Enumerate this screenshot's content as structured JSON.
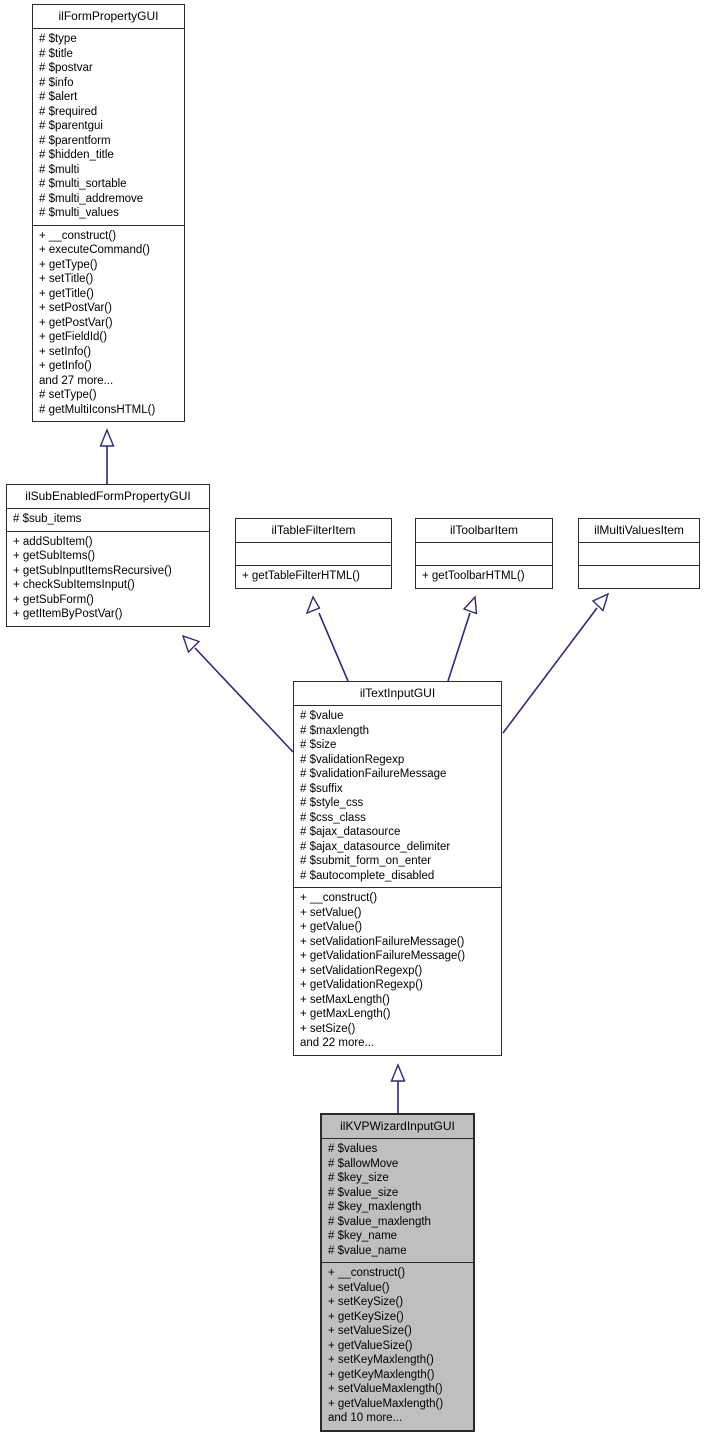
{
  "diagram": {
    "kind": "uml-class-inheritance-diagram",
    "edge_color": "#2a2a7a",
    "box_border_color": "#2b2b2b",
    "highlight_fill": "#bfbfbf",
    "background": "#ffffff"
  },
  "classes": {
    "ilFormPropertyGUI": {
      "name": "ilFormPropertyGUI",
      "highlighted": false,
      "attributes": [
        "# $type",
        "# $title",
        "# $postvar",
        "# $info",
        "# $alert",
        "# $required",
        "# $parentgui",
        "# $parentform",
        "# $hidden_title",
        "# $multi",
        "# $multi_sortable",
        "# $multi_addremove",
        "# $multi_values"
      ],
      "methods": [
        "+ __construct()",
        "+ executeCommand()",
        "+ getType()",
        "+ setTitle()",
        "+ getTitle()",
        "+ setPostVar()",
        "+ getPostVar()",
        "+ getFieldId()",
        "+ setInfo()",
        "+ getInfo()",
        "and 27 more...",
        "# setType()",
        "# getMultiIconsHTML()"
      ]
    },
    "ilSubEnabledFormPropertyGUI": {
      "name": "ilSubEnabledFormPropertyGUI",
      "highlighted": false,
      "attributes": [
        "# $sub_items"
      ],
      "methods": [
        "+ addSubItem()",
        "+ getSubItems()",
        "+ getSubInputItemsRecursive()",
        "+ checkSubItemsInput()",
        "+ getSubForm()",
        "+ getItemByPostVar()"
      ]
    },
    "ilTableFilterItem": {
      "name": "ilTableFilterItem",
      "highlighted": false,
      "attributes": [],
      "methods": [
        "+ getTableFilterHTML()"
      ]
    },
    "ilToolbarItem": {
      "name": "ilToolbarItem",
      "highlighted": false,
      "attributes": [],
      "methods": [
        "+ getToolbarHTML()"
      ]
    },
    "ilMultiValuesItem": {
      "name": "ilMultiValuesItem",
      "highlighted": false,
      "attributes": [],
      "methods": []
    },
    "ilTextInputGUI": {
      "name": "ilTextInputGUI",
      "highlighted": false,
      "attributes": [
        "# $value",
        "# $maxlength",
        "# $size",
        "# $validationRegexp",
        "# $validationFailureMessage",
        "# $suffix",
        "# $style_css",
        "# $css_class",
        "# $ajax_datasource",
        "# $ajax_datasource_delimiter",
        "# $submit_form_on_enter",
        "# $autocomplete_disabled"
      ],
      "methods": [
        "+ __construct()",
        "+ setValue()",
        "+ getValue()",
        "+ setValidationFailureMessage()",
        "+ getValidationFailureMessage()",
        "+ setValidationRegexp()",
        "+ getValidationRegexp()",
        "+ setMaxLength()",
        "+ getMaxLength()",
        "+ setSize()",
        "and 22 more..."
      ]
    },
    "ilKVPWizardInputGUI": {
      "name": "ilKVPWizardInputGUI",
      "highlighted": true,
      "attributes": [
        "# $values",
        "# $allowMove",
        "# $key_size",
        "# $value_size",
        "# $key_maxlength",
        "# $value_maxlength",
        "# $key_name",
        "# $value_name"
      ],
      "methods": [
        "+ __construct()",
        "+ setValue()",
        "+ setKeySize()",
        "+ getKeySize()",
        "+ setValueSize()",
        "+ getValueSize()",
        "+ setKeyMaxlength()",
        "+ getKeyMaxlength()",
        "+ setValueMaxlength()",
        "+ getValueMaxlength()",
        "and 10 more..."
      ]
    }
  },
  "relations": [
    {
      "from": "ilSubEnabledFormPropertyGUI",
      "to": "ilFormPropertyGUI",
      "type": "inheritance"
    },
    {
      "from": "ilTextInputGUI",
      "to": "ilSubEnabledFormPropertyGUI",
      "type": "inheritance"
    },
    {
      "from": "ilTextInputGUI",
      "to": "ilTableFilterItem",
      "type": "realization"
    },
    {
      "from": "ilTextInputGUI",
      "to": "ilToolbarItem",
      "type": "realization"
    },
    {
      "from": "ilTextInputGUI",
      "to": "ilMultiValuesItem",
      "type": "realization"
    },
    {
      "from": "ilKVPWizardInputGUI",
      "to": "ilTextInputGUI",
      "type": "inheritance"
    }
  ]
}
